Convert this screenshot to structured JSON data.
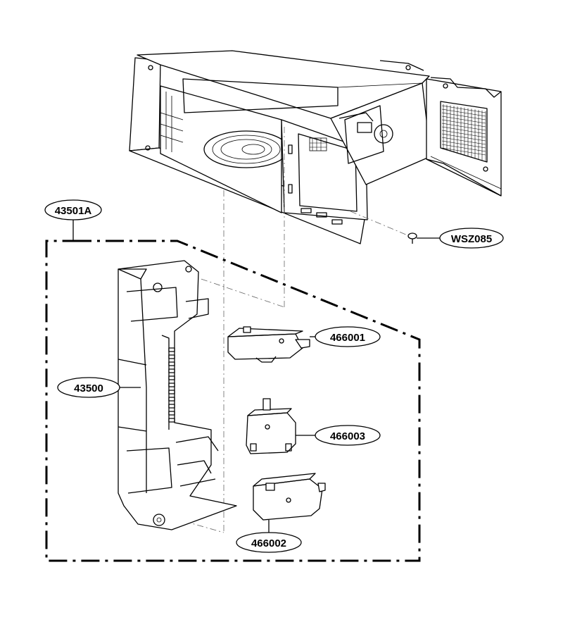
{
  "diagram": {
    "labels": {
      "assembly": "43501A",
      "screw": "WSZ085",
      "latch_board": "43500",
      "switch_1": "466001",
      "switch_3": "466003",
      "switch_2": "466002"
    }
  }
}
